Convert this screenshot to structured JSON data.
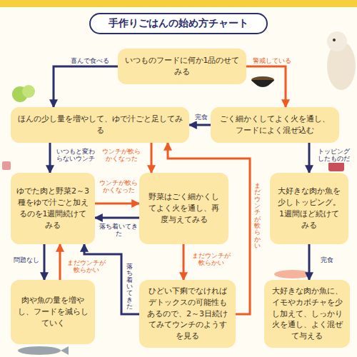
{
  "diagram": {
    "title": "手作りごはんの始め方チャート",
    "nodes": [
      {
        "text": [
          "いつものフードに何か1品のせてみる"
        ]
      },
      {
        "text": [
          "ほんの少し量を増やして、ゆで汁ごと足してみる"
        ]
      },
      {
        "text": [
          "ごく細かくしてよく火を通し、フードによく混ぜ込む"
        ]
      },
      {
        "text": [
          "ゆでた肉と野菜2～3種をゆで汁ごと加えるのを1週間続けてみる"
        ]
      },
      {
        "text": [
          "野菜はごく細かくしてよく火を通し、再度与えてみる"
        ]
      },
      {
        "text": [
          "大好きな肉か魚を少しトッピング。1週間ほど続けてみる"
        ]
      },
      {
        "text": [
          "肉や魚の量を増やし、フードを減らしていく"
        ]
      },
      {
        "text": [
          "ひどい下痢でなければデトックスの可能性もあるので、2～3日続けてみてウンチのようすを見る"
        ]
      },
      {
        "text": [
          "大好きな肉か魚に、イモやカボチャを少し加えて、しっかり火を通し、よく混ぜて与える"
        ]
      }
    ],
    "edges": [
      {
        "from": 0,
        "to": 1,
        "arrow": "to",
        "label": "喜んで食べる"
      },
      {
        "from": 0,
        "to": 2,
        "arrow": "to",
        "label": "警戒している"
      },
      {
        "from": 2,
        "to": 1,
        "arrow": "to",
        "label": "完食"
      },
      {
        "from": 1,
        "to": 3,
        "arrow": "to",
        "label": "いつもと変わらないウンチ"
      },
      {
        "from": 1,
        "to": 4,
        "arrow": "to",
        "label": "ウンチが軟らかくなった"
      },
      {
        "from": 3,
        "to": 4,
        "arrow": "to",
        "label": "ウンチが軟らかくなった"
      },
      {
        "from": 4,
        "to": 3,
        "arrow": "to",
        "label": "落ち着いてきた"
      },
      {
        "from": 2,
        "to": 5,
        "arrow": "to",
        "label": "トッピングしたものだ"
      },
      {
        "from": 3,
        "to": 6,
        "arrow": "to",
        "label": "問題なし"
      },
      {
        "from": 6,
        "to": 3,
        "arrow": "to",
        "label": "まだウンチが軟らかい"
      },
      {
        "from": 4,
        "to": 7,
        "arrow": "to",
        "label": "まだウンチが軟らかい"
      },
      {
        "from": 7,
        "to": 3,
        "arrow": "to",
        "label": "落ち着いてきた"
      },
      {
        "from": 7,
        "to": 1,
        "arrow": "to",
        "label": "まだウンチが軟らかい"
      },
      {
        "from": 5,
        "to": 8,
        "arrow": "to",
        "label": "完食"
      }
    ]
  }
}
